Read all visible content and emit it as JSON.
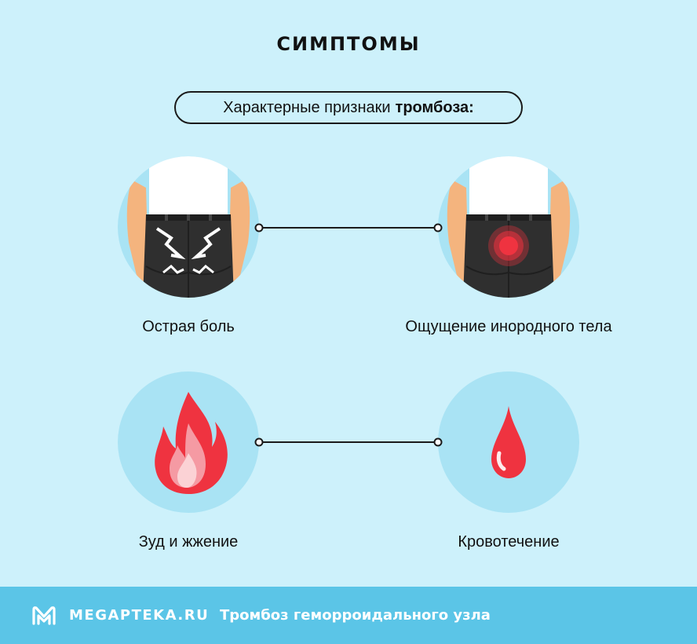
{
  "header": {
    "title": "СИМПТОМЫ",
    "subtitle_prefix": "Характерные признаки",
    "subtitle_bold": "тромбоза:"
  },
  "symptoms": [
    {
      "label": "Острая боль",
      "icon": "sharp-pain-icon"
    },
    {
      "label": "Ощущение инородного тела",
      "icon": "foreign-body-icon"
    },
    {
      "label": "Зуд и жжение",
      "icon": "flame-icon"
    },
    {
      "label": "Кровотечение",
      "icon": "blood-drop-icon"
    }
  ],
  "footer": {
    "brand": "MEGAPTEKA.RU",
    "text": "Тромбоз геморроидального узла"
  },
  "colors": {
    "background": "#cdf1fb",
    "circle": "#a9e3f4",
    "footer": "#5bc5e7",
    "accent_red": "#ef3340",
    "skin": "#f4b47e",
    "pants": "#2f2f2f"
  }
}
